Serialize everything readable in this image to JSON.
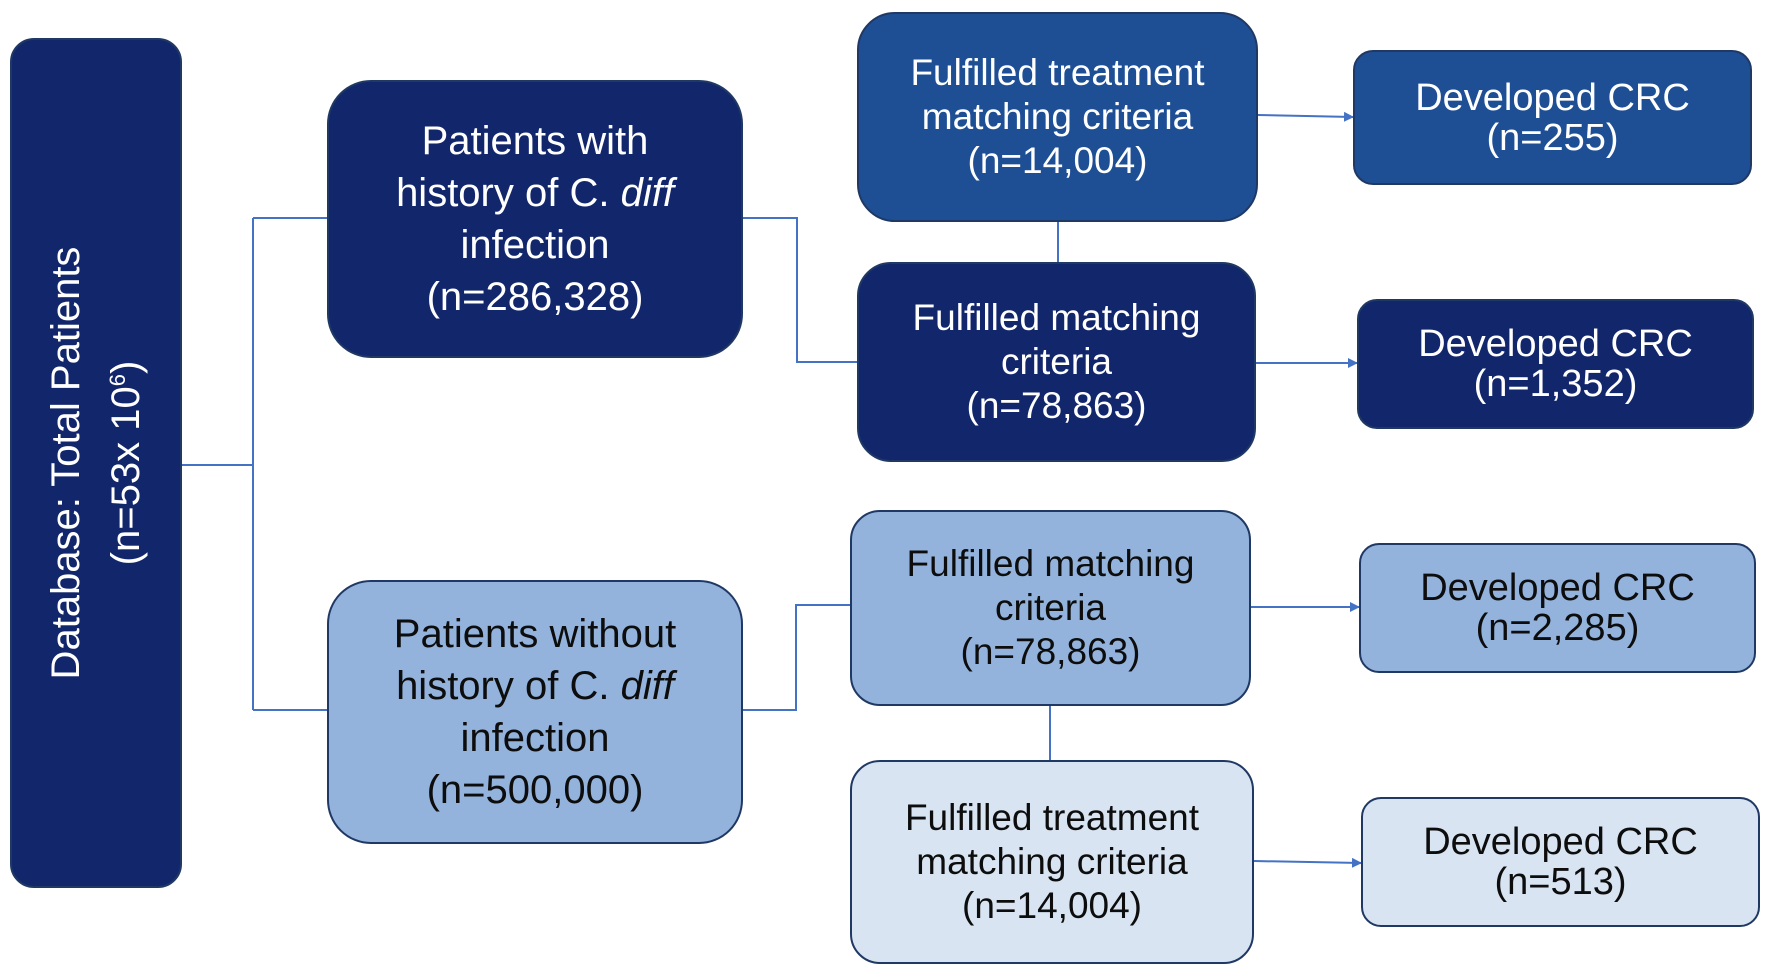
{
  "database": {
    "title": "Database: Total Patients",
    "count_prefix": "(n=53x 10",
    "count_exponent": "6",
    "count_suffix": ")"
  },
  "with_cdiff": {
    "line1": "Patients with",
    "line2_prefix": "history of C. ",
    "line2_italic": "diff",
    "line3": "infection",
    "count": "(n=286,328)"
  },
  "without_cdiff": {
    "line1": "Patients without",
    "line2_prefix": "history of C. ",
    "line2_italic": "diff",
    "line3": "infection",
    "count": "(n=500,000)"
  },
  "with_treatment_match": {
    "line1": "Fulfilled treatment",
    "line2": "matching criteria",
    "count": "(n=14,004)"
  },
  "with_match": {
    "line1": "Fulfilled matching",
    "line2": "criteria",
    "count": "(n=78,863)"
  },
  "without_match": {
    "line1": "Fulfilled matching",
    "line2": "criteria",
    "count": "(n=78,863)"
  },
  "without_treatment_match": {
    "line1": "Fulfilled treatment",
    "line2": "matching criteria",
    "count": "(n=14,004)"
  },
  "crc": [
    {
      "label": "Developed CRC",
      "count": "(n=255)"
    },
    {
      "label": "Developed CRC",
      "count": "(n=1,352)"
    },
    {
      "label": "Developed CRC",
      "count": "(n=2,285)"
    },
    {
      "label": "Developed CRC",
      "count": "(n=513)"
    }
  ],
  "colors": {
    "dark_navy": "#12266b",
    "medium_blue": "#1e4f95",
    "light_blue": "#93b3dc",
    "pale_blue": "#d8e4f2",
    "connector": "#4472c4"
  }
}
